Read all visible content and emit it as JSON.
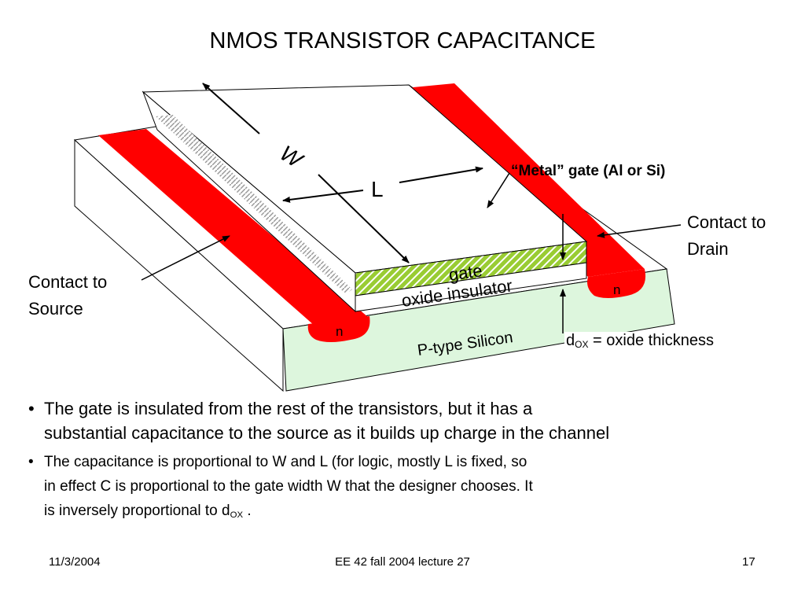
{
  "slide": {
    "title": "NMOS TRANSISTOR CAPACITANCE",
    "labels": {
      "w": "W",
      "l": "L",
      "metal_gate": "“Metal” gate (Al or Si)",
      "contact_drain_1": "Contact to",
      "contact_drain_2": "Drain",
      "contact_source_1": "Contact to",
      "contact_source_2": "Source",
      "gate": "gate",
      "oxide": "oxide insulator",
      "n_left": "n",
      "n_right": "n",
      "substrate": "P-type Silicon",
      "dox_d": "d",
      "dox_sub": "OX",
      "dox_rest": " = oxide thickness"
    },
    "bullets": [
      {
        "symbol": "•",
        "line1": "The gate is insulated from the rest of the transistors, but it has a",
        "line2": "substantial capacitance to the source as it builds up charge in the channel"
      },
      {
        "symbol": "•",
        "line1": "The capacitance is proportional to W and L  (for logic, mostly L is fixed, so",
        "line2": "in effect C is proportional to the gate width W that the designer chooses.  It",
        "line3_pre": "is inversely proportional to d",
        "line3_sub": "OX",
        "line3_post": " ."
      }
    ],
    "footer": {
      "date": "11/3/2004",
      "course": "EE 42 fall 2004 lecture 27",
      "page": "17"
    },
    "colors": {
      "red": "#ff0000",
      "substrate": "#ddf6dd",
      "gate_hatch": "#99cc33"
    }
  }
}
